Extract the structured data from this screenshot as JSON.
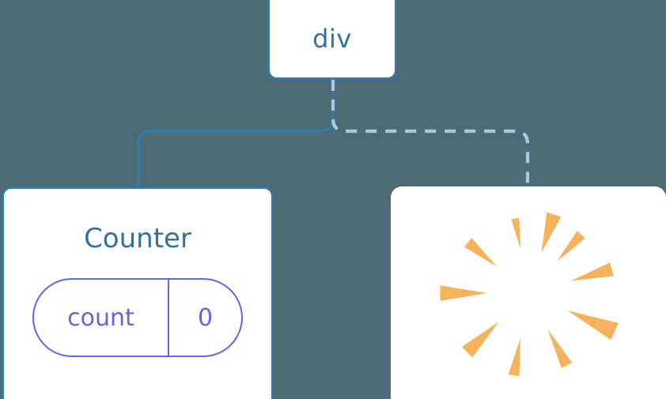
{
  "diagram": {
    "title": "React component tree with state and re-render highlight",
    "background_color": "#4d6b74",
    "nodes": [
      {
        "id": "div",
        "label": "div",
        "type": "dom-element",
        "border_color": "#3178ab",
        "text_color": "#34709c"
      },
      {
        "id": "counter",
        "label": "Counter",
        "type": "component",
        "border_color": "#3178ab",
        "text_color": "#34709c",
        "state": {
          "key": "count",
          "value": "0",
          "color": "#6366e0"
        }
      },
      {
        "id": "spark",
        "label": "",
        "type": "component-rerender",
        "border_color": "transparent",
        "highlight_color": "#f7b35c"
      }
    ],
    "edges": [
      {
        "id": "div-to-counter",
        "from": "div",
        "to": "counter",
        "style": "solid",
        "color": "#2f7cb0",
        "width": 3
      },
      {
        "id": "div-to-spark",
        "from": "div",
        "to": "spark",
        "style": "dashed",
        "color": "#a8cbdd",
        "width": 4,
        "dash_pattern": "14 11"
      }
    ],
    "burst": {
      "name": "sparkle-burst",
      "color": "#f7b35c",
      "ray_count": 10,
      "rays": [
        {
          "angle": -72,
          "inner": 54,
          "outer": 105,
          "half_width_deg": 5.2
        },
        {
          "angle": -100,
          "inner": 56,
          "outer": 96,
          "half_width_deg": 3.0
        },
        {
          "angle": -140,
          "inner": 52,
          "outer": 100,
          "half_width_deg": 4.2
        },
        {
          "angle": 180,
          "inner": 52,
          "outer": 112,
          "half_width_deg": 5.0
        },
        {
          "angle": 136,
          "inner": 52,
          "outer": 108,
          "half_width_deg": 5.0
        },
        {
          "angle": 100,
          "inner": 58,
          "outer": 106,
          "half_width_deg": 3.8
        },
        {
          "angle": 62,
          "inner": 52,
          "outer": 104,
          "half_width_deg": 4.2
        },
        {
          "angle": 24,
          "inner": 54,
          "outer": 120,
          "half_width_deg": 5.6
        },
        {
          "angle": -16,
          "inner": 56,
          "outer": 110,
          "half_width_deg": 4.6
        },
        {
          "angle": -48,
          "inner": 54,
          "outer": 100,
          "half_width_deg": 4.0
        }
      ]
    }
  }
}
